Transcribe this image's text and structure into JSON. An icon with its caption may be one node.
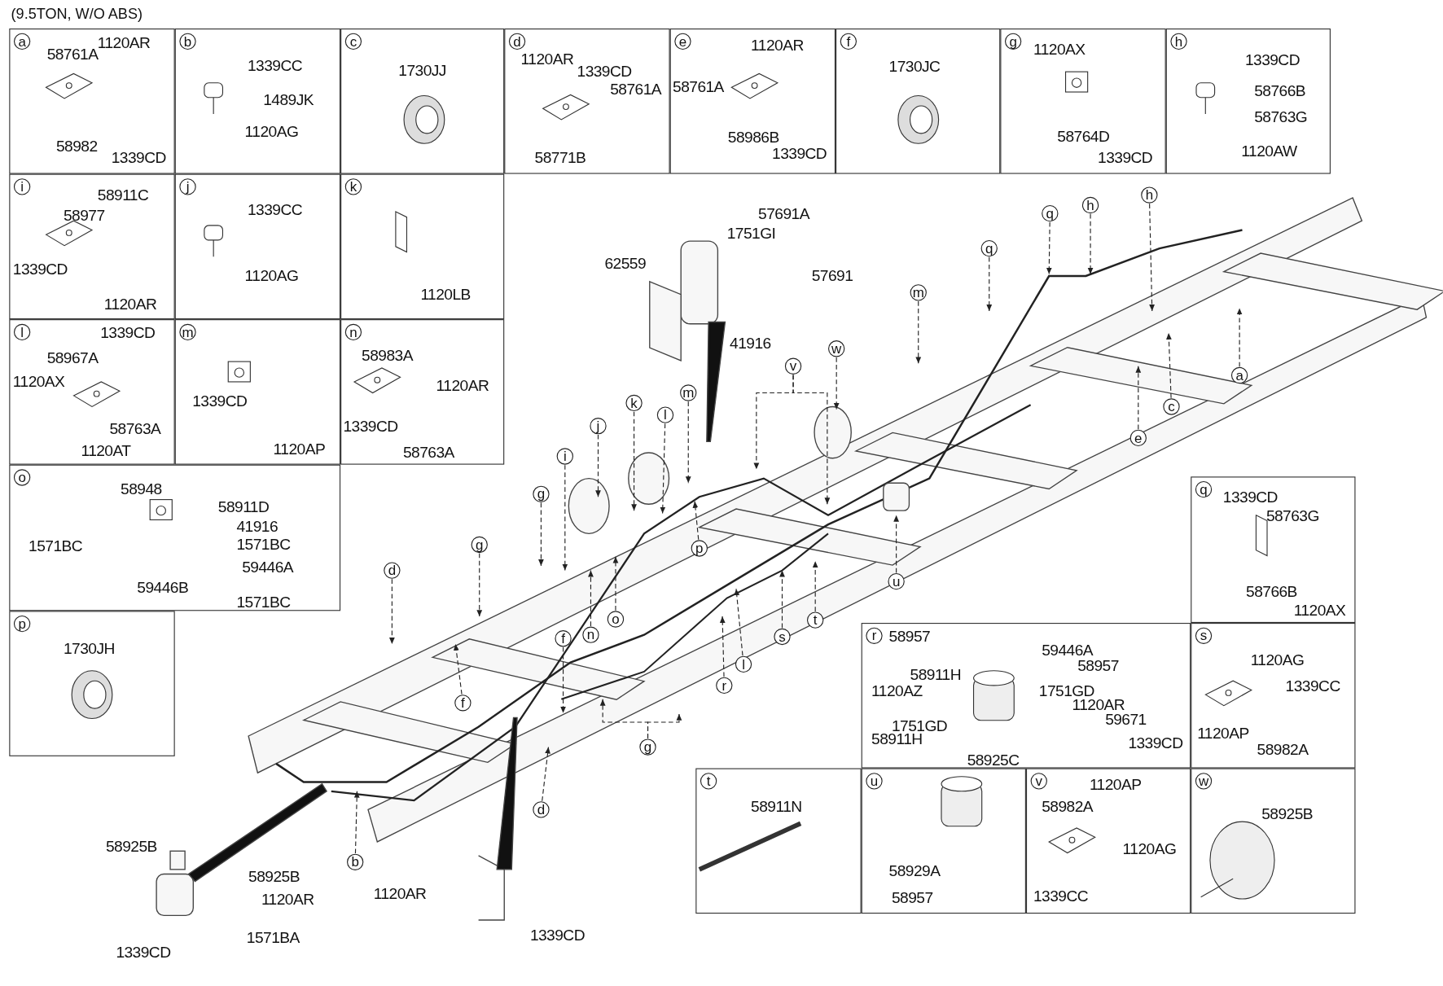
{
  "diagram": {
    "title": "(9.5TON, W/O ABS)",
    "nodes": [
      {
        "text": [
          "a",
          "58761A",
          "1120AR",
          "58982",
          "1339CD"
        ]
      },
      {
        "text": [
          "b",
          "1339CC",
          "1489JK",
          "1120AG"
        ]
      },
      {
        "text": [
          "c",
          "1730JJ"
        ]
      },
      {
        "text": [
          "d",
          "1120AR",
          "1339CD",
          "58761A",
          "58771B"
        ]
      },
      {
        "text": [
          "e",
          "1120AR",
          "58761A",
          "58986B",
          "1339CD"
        ]
      },
      {
        "text": [
          "f",
          "1730JC"
        ]
      },
      {
        "text": [
          "g",
          "1120AX",
          "58764D",
          "1339CD"
        ]
      },
      {
        "text": [
          "h",
          "1339CD",
          "58766B",
          "58763G",
          "1120AW"
        ]
      },
      {
        "text": [
          "i",
          "58911C",
          "58977",
          "1339CD",
          "1120AR"
        ]
      },
      {
        "text": [
          "j",
          "1339CC",
          "1120AG"
        ]
      },
      {
        "text": [
          "k",
          "1120LB"
        ]
      },
      {
        "text": [
          "l",
          "1339CD",
          "58967A",
          "1120AX",
          "58763A",
          "1120AT"
        ]
      },
      {
        "text": [
          "m",
          "1339CD",
          "1120AP"
        ]
      },
      {
        "text": [
          "n",
          "58983A",
          "1120AR",
          "1339CD",
          "58763A"
        ]
      },
      {
        "text": [
          "o",
          "58948",
          "58911D",
          "41916",
          "1571BC",
          "1571BC",
          "59446A",
          "59446B",
          "1571BC"
        ]
      },
      {
        "text": [
          "p",
          "1730JH"
        ]
      },
      {
        "text": [
          "q",
          "1339CD",
          "58763G",
          "58766B",
          "1120AX"
        ]
      },
      {
        "text": [
          "r",
          "58957",
          "59446A",
          "58957",
          "58911H",
          "1120AZ",
          "1751GD",
          "1120AR",
          "1751GD",
          "59671",
          "58911H",
          "1339CD",
          "58925C"
        ]
      },
      {
        "text": [
          "s",
          "1120AG",
          "1339CC",
          "1120AP",
          "58982A"
        ]
      },
      {
        "text": [
          "t",
          "58911N"
        ]
      },
      {
        "text": [
          "u",
          "58929A",
          "58957"
        ]
      },
      {
        "text": [
          "v",
          "1120AP",
          "58982A",
          "1120AG",
          "1339CC"
        ]
      },
      {
        "text": [
          "w",
          "58925B"
        ]
      },
      {
        "text": [
          "a"
        ]
      },
      {
        "text": [
          "c"
        ]
      },
      {
        "text": [
          "e"
        ]
      },
      {
        "text": [
          "h"
        ]
      },
      {
        "text": [
          "h"
        ]
      },
      {
        "text": [
          "q"
        ]
      },
      {
        "text": [
          "q"
        ]
      },
      {
        "text": [
          "m"
        ]
      },
      {
        "text": [
          "w"
        ]
      },
      {
        "text": [
          "v"
        ]
      },
      {
        "text": [
          "m"
        ]
      },
      {
        "text": [
          "l"
        ]
      },
      {
        "text": [
          "k"
        ]
      },
      {
        "text": [
          "j"
        ]
      },
      {
        "text": [
          "i"
        ]
      },
      {
        "text": [
          "g"
        ]
      },
      {
        "text": [
          "g"
        ]
      },
      {
        "text": [
          "d"
        ]
      },
      {
        "text": [
          "f"
        ]
      },
      {
        "text": [
          "n"
        ]
      },
      {
        "text": [
          "o"
        ]
      },
      {
        "text": [
          "p"
        ]
      },
      {
        "text": [
          "l"
        ]
      },
      {
        "text": [
          "r"
        ]
      },
      {
        "text": [
          "s"
        ]
      },
      {
        "text": [
          "t"
        ]
      },
      {
        "text": [
          "u"
        ]
      },
      {
        "text": [
          "f"
        ]
      },
      {
        "text": [
          "g"
        ]
      },
      {
        "text": [
          "d"
        ]
      },
      {
        "text": [
          "b"
        ]
      }
    ],
    "edges": [
      {
        "from": 23,
        "to": null,
        "arrow": "to",
        "style": "dashed"
      },
      {
        "from": 24,
        "to": null,
        "arrow": "to",
        "style": "dashed"
      },
      {
        "from": 25,
        "to": null,
        "arrow": "to",
        "style": "dashed"
      },
      {
        "from": 26,
        "to": null,
        "arrow": "to",
        "style": "dashed"
      },
      {
        "from": 27,
        "to": null,
        "arrow": "to",
        "style": "dashed"
      },
      {
        "from": 28,
        "to": null,
        "arrow": "to",
        "style": "dashed"
      },
      {
        "from": 29,
        "to": null,
        "arrow": "to",
        "style": "dashed"
      },
      {
        "from": 30,
        "to": null,
        "arrow": "to",
        "style": "dashed"
      },
      {
        "from": 31,
        "to": null,
        "arrow": "to",
        "style": "dashed"
      },
      {
        "from": 32,
        "to": null,
        "arrow": "to",
        "style": "dashed"
      },
      {
        "from": 32,
        "to": null,
        "arrow": "to",
        "style": "dashed"
      },
      {
        "from": 33,
        "to": null,
        "arrow": "to",
        "style": "dashed"
      },
      {
        "from": 34,
        "to": null,
        "arrow": "to",
        "style": "dashed"
      },
      {
        "from": 35,
        "to": null,
        "arrow": "to",
        "style": "dashed"
      },
      {
        "from": 36,
        "to": null,
        "arrow": "to",
        "style": "dashed"
      },
      {
        "from": 37,
        "to": null,
        "arrow": "to",
        "style": "dashed"
      },
      {
        "from": 38,
        "to": null,
        "arrow": "to",
        "style": "dashed"
      },
      {
        "from": 39,
        "to": null,
        "arrow": "to",
        "style": "dashed"
      },
      {
        "from": 40,
        "to": null,
        "arrow": "to",
        "style": "dashed"
      },
      {
        "from": 41,
        "to": null,
        "arrow": "to",
        "style": "dashed"
      },
      {
        "from": 42,
        "to": null,
        "arrow": "to",
        "style": "dashed"
      },
      {
        "from": 43,
        "to": null,
        "arrow": "to",
        "style": "dashed"
      },
      {
        "from": 44,
        "to": null,
        "arrow": "to",
        "style": "dashed"
      },
      {
        "from": 45,
        "to": null,
        "arrow": "to",
        "style": "dashed"
      },
      {
        "from": 46,
        "to": null,
        "arrow": "to",
        "style": "dashed"
      },
      {
        "from": 47,
        "to": null,
        "arrow": "to",
        "style": "dashed"
      },
      {
        "from": 48,
        "to": null,
        "arrow": "to",
        "style": "dashed"
      },
      {
        "from": 49,
        "to": null,
        "arrow": "to",
        "style": "dashed"
      },
      {
        "from": 50,
        "to": null,
        "arrow": "to",
        "style": "dashed"
      },
      {
        "from": 51,
        "to": null,
        "arrow": "to",
        "style": "dashed"
      },
      {
        "from": 51,
        "to": null,
        "arrow": "to",
        "style": "dashed"
      },
      {
        "from": 52,
        "to": null,
        "arrow": "to",
        "style": "dashed"
      },
      {
        "from": 53,
        "to": null,
        "arrow": "to",
        "style": "dashed"
      }
    ],
    "labels": [
      "62559",
      "57691A",
      "1751GI",
      "57691",
      "41916",
      "58925B",
      "58925B",
      "1120AR",
      "1571BA",
      "1339CD",
      "1120AR",
      "1339CD"
    ]
  }
}
